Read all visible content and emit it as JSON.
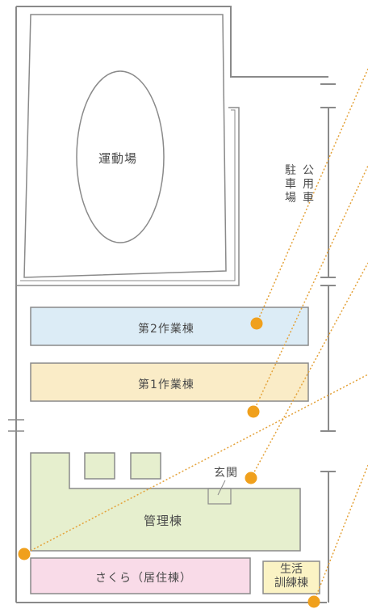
{
  "map": {
    "buildings": {
      "sports_ground": "運動場",
      "public_parking": "公用車",
      "parking": "駐車場",
      "work_building_2": "第2作業棟",
      "work_building_1": "第1作業棟",
      "entrance": "玄関",
      "admin_building": "管理棟",
      "sakura_residence": "さくら（居住棟）",
      "life_training": "生活訓練棟"
    },
    "colors": {
      "outline": "#8a8a8a",
      "work_building_2": "#dcecf6",
      "work_building_1": "#faecc7",
      "admin_building": "#e6efce",
      "sakura_residence": "#f9dbe8",
      "life_training": "#fbf3c4",
      "marker": "#f0a01c",
      "leader_line": "#e4a23a"
    }
  }
}
